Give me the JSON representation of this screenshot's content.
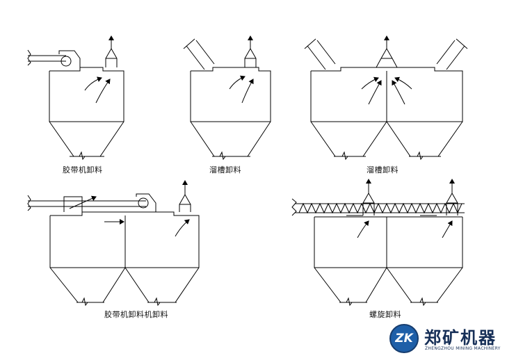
{
  "captions": {
    "belt": "胶带机卸料",
    "chute_single": "溜槽卸料",
    "chute_double": "溜槽卸料",
    "belt_dual": "胶带机卸料机卸料",
    "screw": "螺旋卸料"
  },
  "logo": {
    "mark": "ZK",
    "name": "郑矿机器",
    "subtitle": "ZHENGZHOU MINING MACHINERY",
    "color": "#1e5fa8"
  }
}
